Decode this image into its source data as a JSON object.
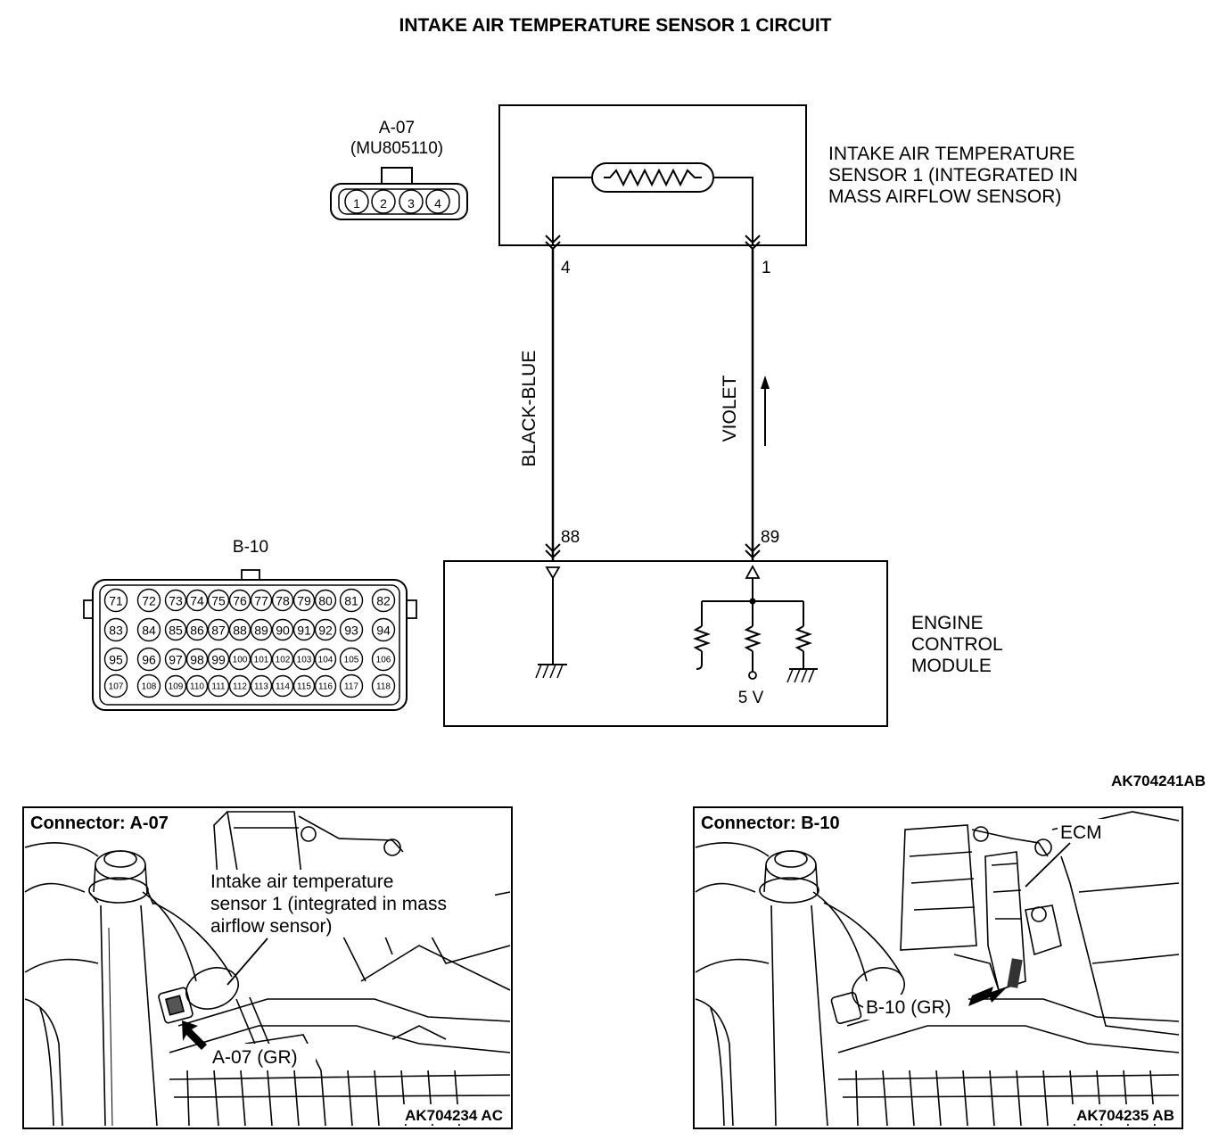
{
  "title": "INTAKE AIR TEMPERATURE SENSOR 1 CIRCUIT",
  "figure_id": "AK704241AB",
  "connector_a07": {
    "id": "A-07",
    "part_no": "(MU805110)",
    "pins": [
      "1",
      "2",
      "3",
      "4"
    ]
  },
  "sensor": {
    "label_lines": [
      "INTAKE AIR TEMPERATURE",
      "SENSOR 1 (INTEGRATED IN",
      "MASS AIRFLOW SENSOR)"
    ],
    "pin_left": "4",
    "pin_right": "1"
  },
  "wires": {
    "left_color": "BLACK-BLUE",
    "right_color": "VIOLET"
  },
  "ecm": {
    "label_lines": [
      "ENGINE",
      "CONTROL",
      "MODULE"
    ],
    "pin_left": "88",
    "pin_right": "89",
    "supply": "5 V"
  },
  "connector_b10": {
    "id": "B-10",
    "rows": [
      [
        "71",
        "72",
        "73",
        "74",
        "75",
        "76",
        "77",
        "78",
        "79",
        "80",
        "81",
        "82"
      ],
      [
        "83",
        "84",
        "85",
        "86",
        "87",
        "88",
        "89",
        "90",
        "91",
        "92",
        "93",
        "94"
      ],
      [
        "95",
        "96",
        "97",
        "98",
        "99",
        "100",
        "101",
        "102",
        "103",
        "104",
        "105",
        "106"
      ],
      [
        "107",
        "108",
        "109",
        "110",
        "111",
        "112",
        "113",
        "114",
        "115",
        "116",
        "117",
        "118"
      ]
    ]
  },
  "photo_a07": {
    "heading": "Connector: A-07",
    "callout_lines": [
      "Intake air temperature",
      "sensor 1 (integrated in mass",
      "airflow sensor)"
    ],
    "connector_label": "A-07 (GR)",
    "figure_id": "AK704234 AC"
  },
  "photo_b10": {
    "heading": "Connector: B-10",
    "ecm_label": "ECM",
    "connector_label": "B-10 (GR)",
    "figure_id": "AK704235 AB"
  }
}
